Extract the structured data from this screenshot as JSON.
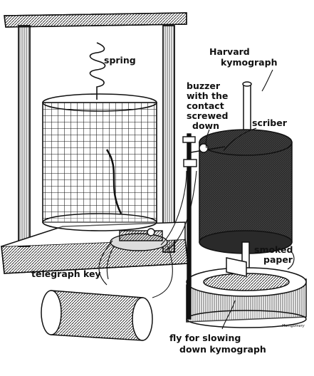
{
  "labels": {
    "spring": "spring",
    "kymograph_l1": "Harvard",
    "kymograph_l2": "kymograph",
    "buzzer_l1": "buzzer",
    "buzzer_l2": "with the",
    "buzzer_l3": "contact",
    "buzzer_l4": "screwed",
    "buzzer_l5": "down",
    "scriber": "scriber",
    "smoked_l1": "smoked",
    "smoked_l2": "paper",
    "telegraph_key": "telegraph key",
    "fly_l1": "fly for slowing",
    "fly_l2": "down kymograph"
  },
  "signature": "Montgomery",
  "colors": {
    "ink": "#111111",
    "paper": "#ffffff",
    "smoke": "#2a2a2a"
  }
}
